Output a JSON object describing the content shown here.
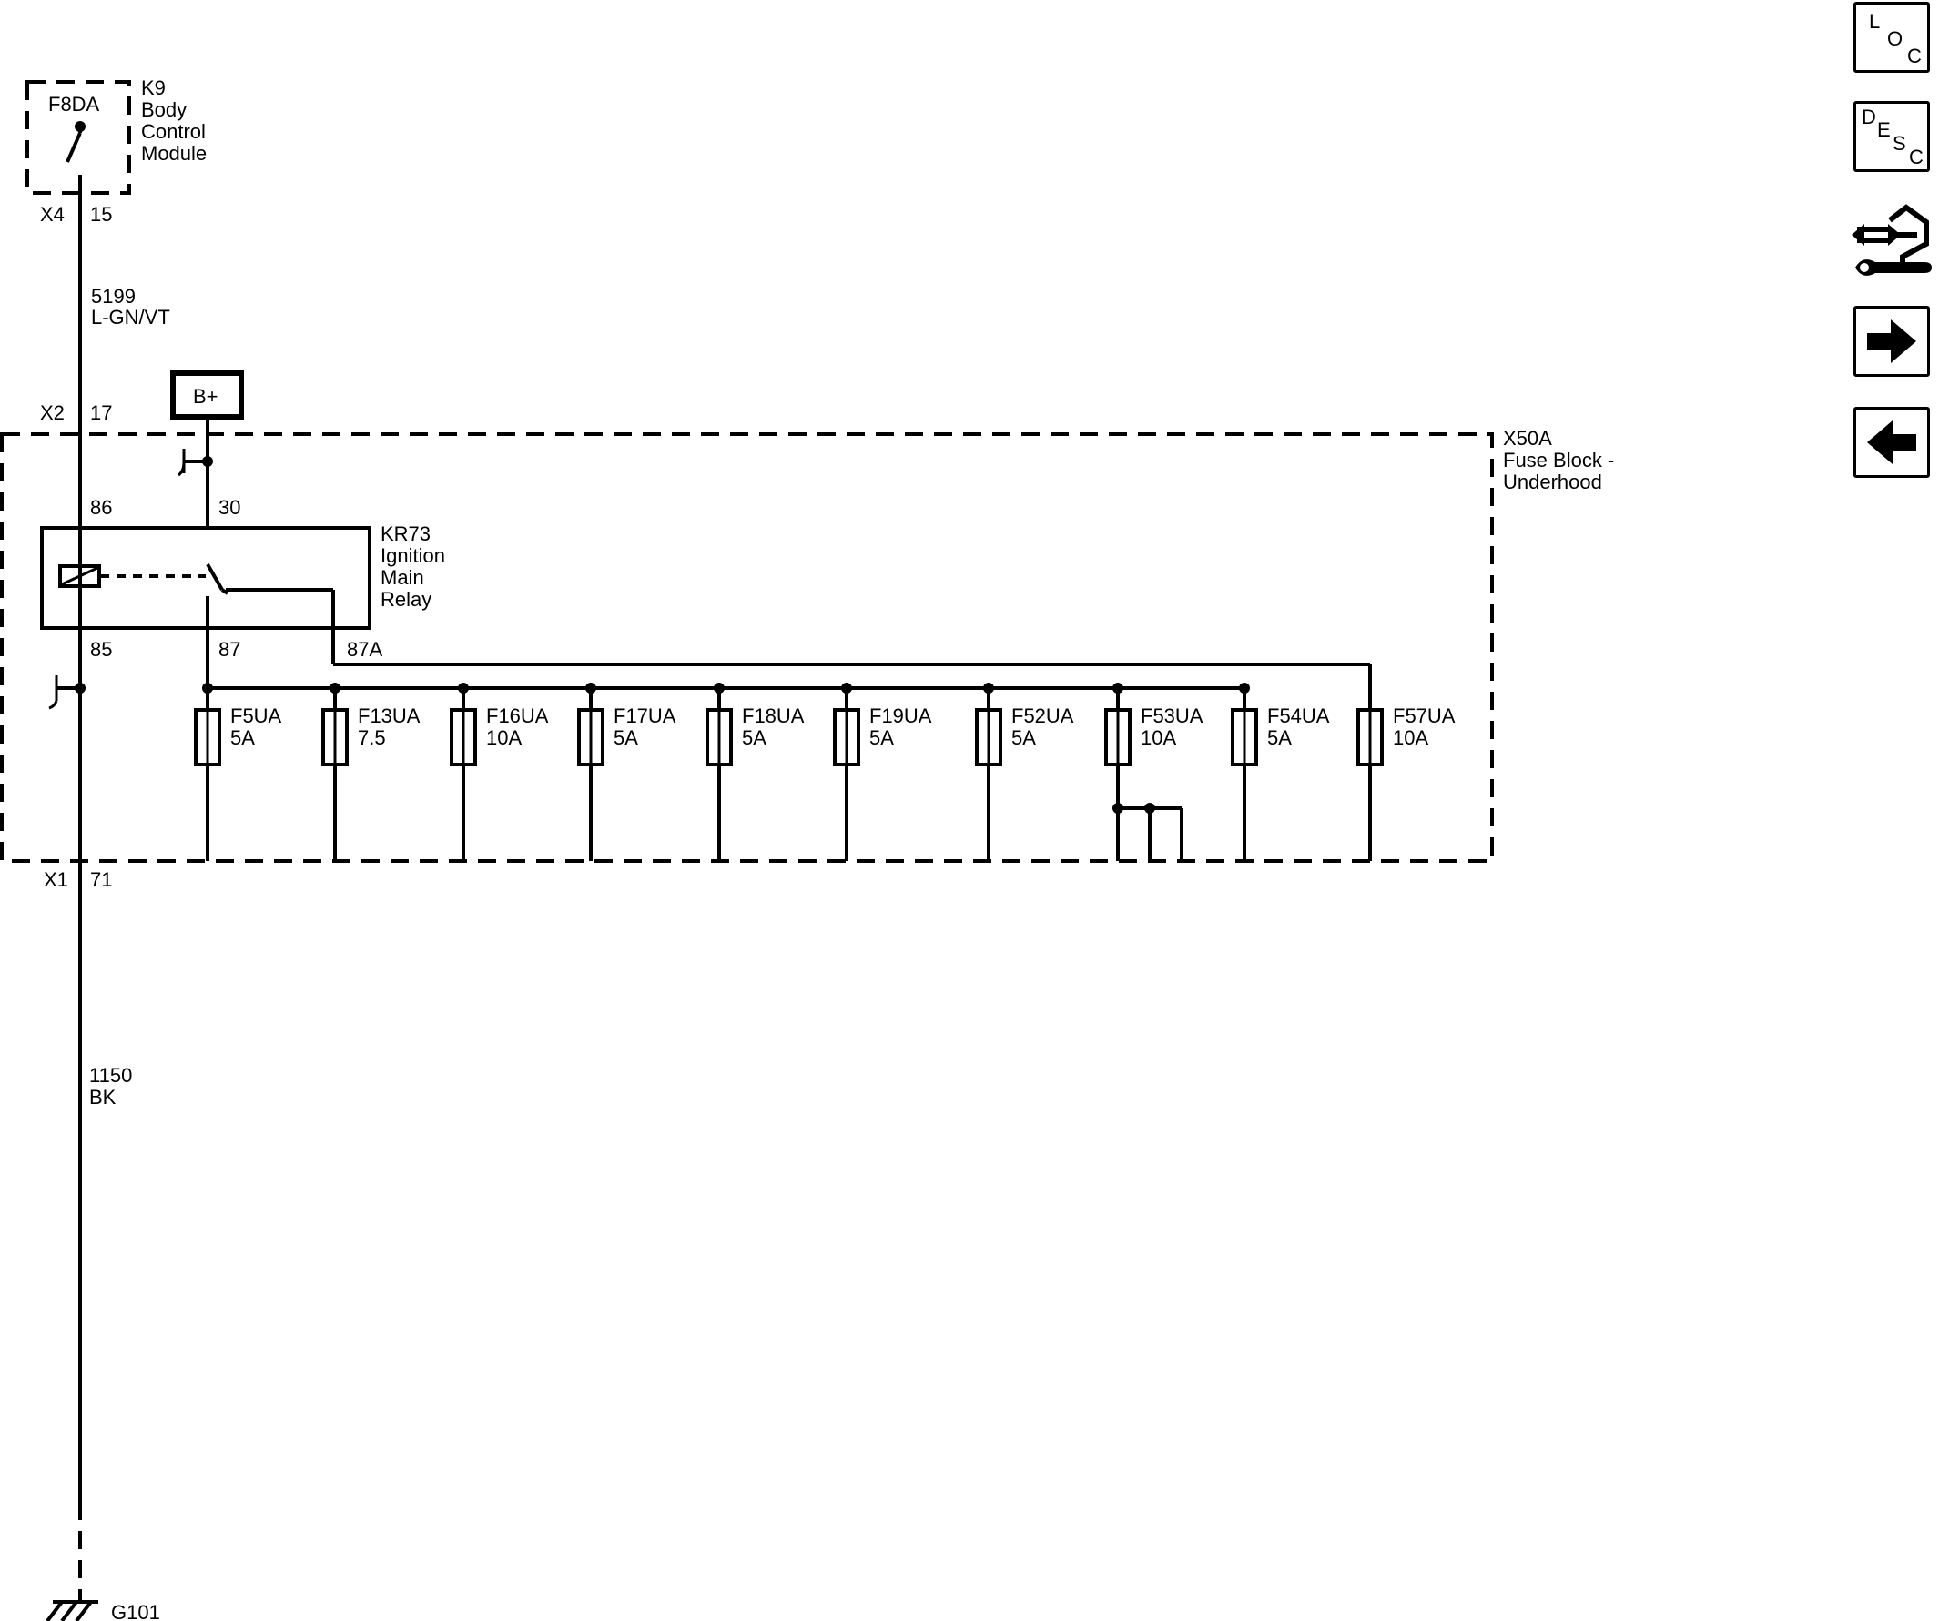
{
  "module": {
    "fuse": "F8DA",
    "id": "K9",
    "name_lines": [
      "Body",
      "Control",
      "Module"
    ],
    "connector": "X4",
    "pin": "15"
  },
  "wire_top": {
    "circuit": "5199",
    "color": "L-GN/VT"
  },
  "x2": {
    "connector": "X2",
    "pin": "17"
  },
  "battery_label": "B+",
  "fuse_block": {
    "id": "X50A",
    "name_lines": [
      "Fuse Block -",
      "Underhood"
    ]
  },
  "relay": {
    "id": "KR73",
    "name_lines": [
      "Ignition",
      "Main",
      "Relay"
    ],
    "pins": {
      "coil_in": "86",
      "switch_in": "30",
      "coil_out": "85",
      "no": "87",
      "nc": "87A"
    }
  },
  "fuses": [
    {
      "name": "F5UA",
      "rating": "5A"
    },
    {
      "name": "F13UA",
      "rating": "7.5"
    },
    {
      "name": "F16UA",
      "rating": "10A"
    },
    {
      "name": "F17UA",
      "rating": "5A"
    },
    {
      "name": "F18UA",
      "rating": "5A"
    },
    {
      "name": "F19UA",
      "rating": "5A"
    },
    {
      "name": "F52UA",
      "rating": "5A"
    },
    {
      "name": "F53UA",
      "rating": "10A"
    },
    {
      "name": "F54UA",
      "rating": "5A"
    },
    {
      "name": "F57UA",
      "rating": "10A"
    }
  ],
  "x1": {
    "connector": "X1",
    "pin": "71"
  },
  "wire_bottom": {
    "circuit": "1150",
    "color": "BK"
  },
  "ground": "G101",
  "nav": {
    "loc": [
      "L",
      "O",
      "C"
    ],
    "desc": [
      "D",
      "E",
      "S",
      "C"
    ],
    "icons": {
      "connector_view": "connector-tool-icon",
      "next": "arrow-right-icon",
      "previous": "arrow-left-icon"
    }
  }
}
